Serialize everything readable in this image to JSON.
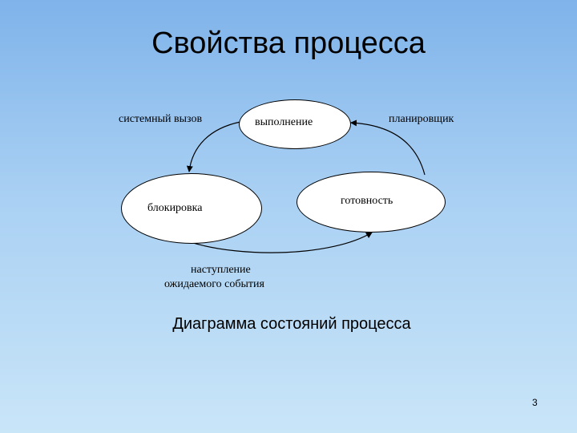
{
  "slide": {
    "title": "Свойства процесса",
    "caption": "Диаграмма состояний процесса",
    "page_number": "3"
  },
  "diagram": {
    "nodes": [
      {
        "id": "running",
        "label": "выполнение"
      },
      {
        "id": "blocked",
        "label": "блокировка"
      },
      {
        "id": "ready",
        "label": "готовность"
      }
    ],
    "edges": [
      {
        "from": "running",
        "to": "blocked",
        "label": "системный вызов"
      },
      {
        "from": "ready",
        "to": "running",
        "label": "планировщик"
      },
      {
        "from": "blocked",
        "to": "ready",
        "label_line1": "наступление",
        "label_line2": "ожидаемого события"
      }
    ]
  }
}
